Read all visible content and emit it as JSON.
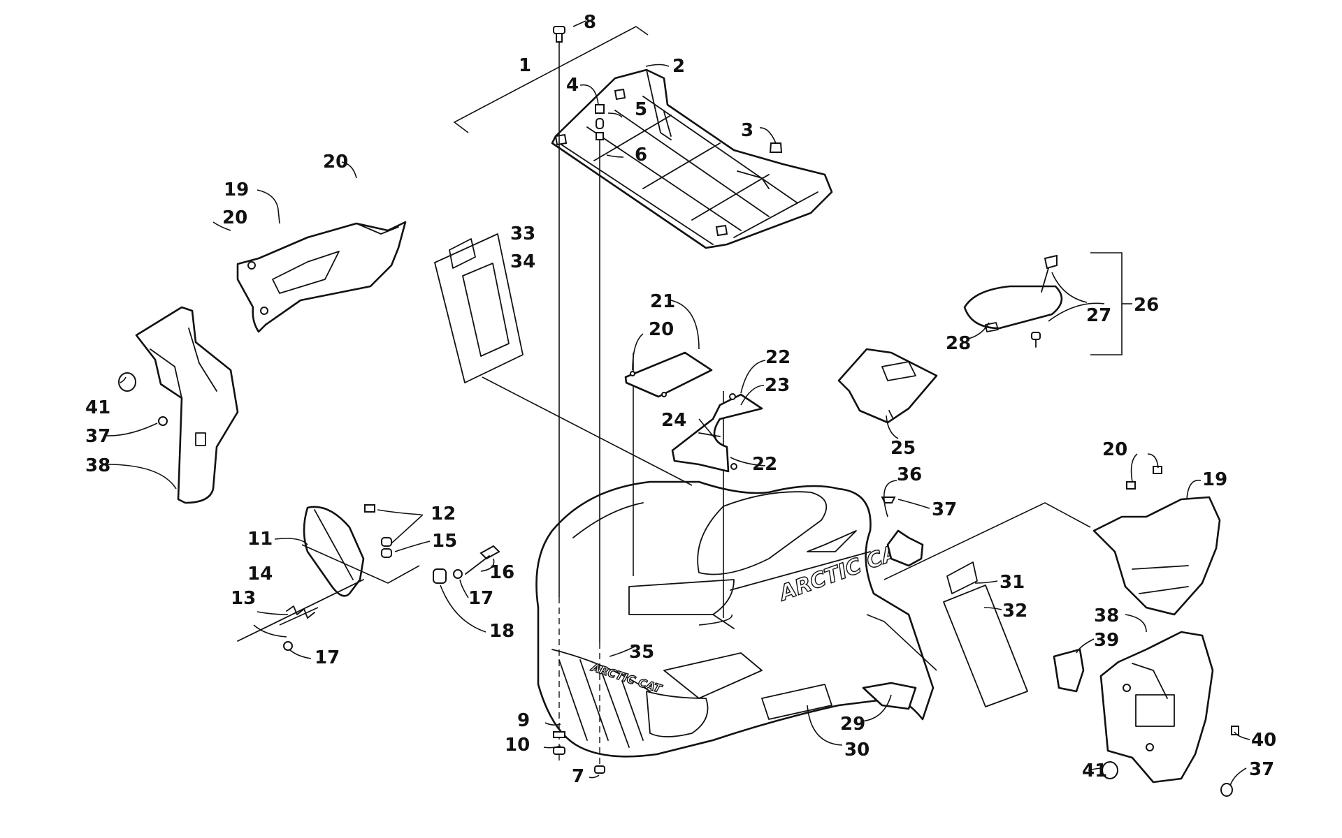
{
  "callouts": {
    "c1": "1",
    "c2": "2",
    "c3": "3",
    "c4": "4",
    "c5": "5",
    "c6": "6",
    "c7": "7",
    "c8": "8",
    "c9": "9",
    "c10": "10",
    "c11": "11",
    "c12": "12",
    "c13": "13",
    "c14": "14",
    "c15": "15",
    "c16": "16",
    "c17a": "17",
    "c17b": "17",
    "c18": "18",
    "c19a": "19",
    "c19b": "19",
    "c20a": "20",
    "c20b": "20",
    "c20c": "20",
    "c20d": "20",
    "c21": "21",
    "c22a": "22",
    "c22b": "22",
    "c23": "23",
    "c24": "24",
    "c25": "25",
    "c26": "26",
    "c27": "27",
    "c28": "28",
    "c29": "29",
    "c30": "30",
    "c31": "31",
    "c32": "32",
    "c33": "33",
    "c34": "34",
    "c35": "35",
    "c36": "36",
    "c37a": "37",
    "c37b": "37",
    "c37c": "37",
    "c38a": "38",
    "c38b": "38",
    "c39": "39",
    "c40": "40",
    "c41a": "41",
    "c41b": "41"
  },
  "decals": {
    "hood_brand": "ARCTIC CAT",
    "grille_brand": "ARCTIC CAT"
  }
}
